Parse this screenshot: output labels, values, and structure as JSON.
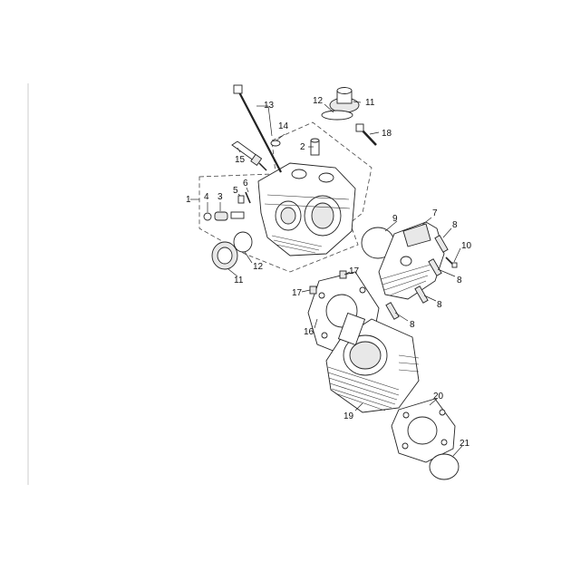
{
  "diagram": {
    "labels": {
      "p1": "1",
      "p2": "2",
      "p3": "3",
      "p4": "4",
      "p5": "5",
      "p6": "6",
      "p7": "7",
      "p8a": "8",
      "p8b": "8",
      "p8c": "8",
      "p8d": "8",
      "p9": "9",
      "p10": "10",
      "p11a": "11",
      "p11b": "11",
      "p12a": "12",
      "p12b": "12",
      "p13": "13",
      "p14": "14",
      "p15": "15",
      "p16": "16",
      "p17a": "17",
      "p17b": "17",
      "p18": "18",
      "p19": "19",
      "p20": "20",
      "p21": "21"
    }
  }
}
